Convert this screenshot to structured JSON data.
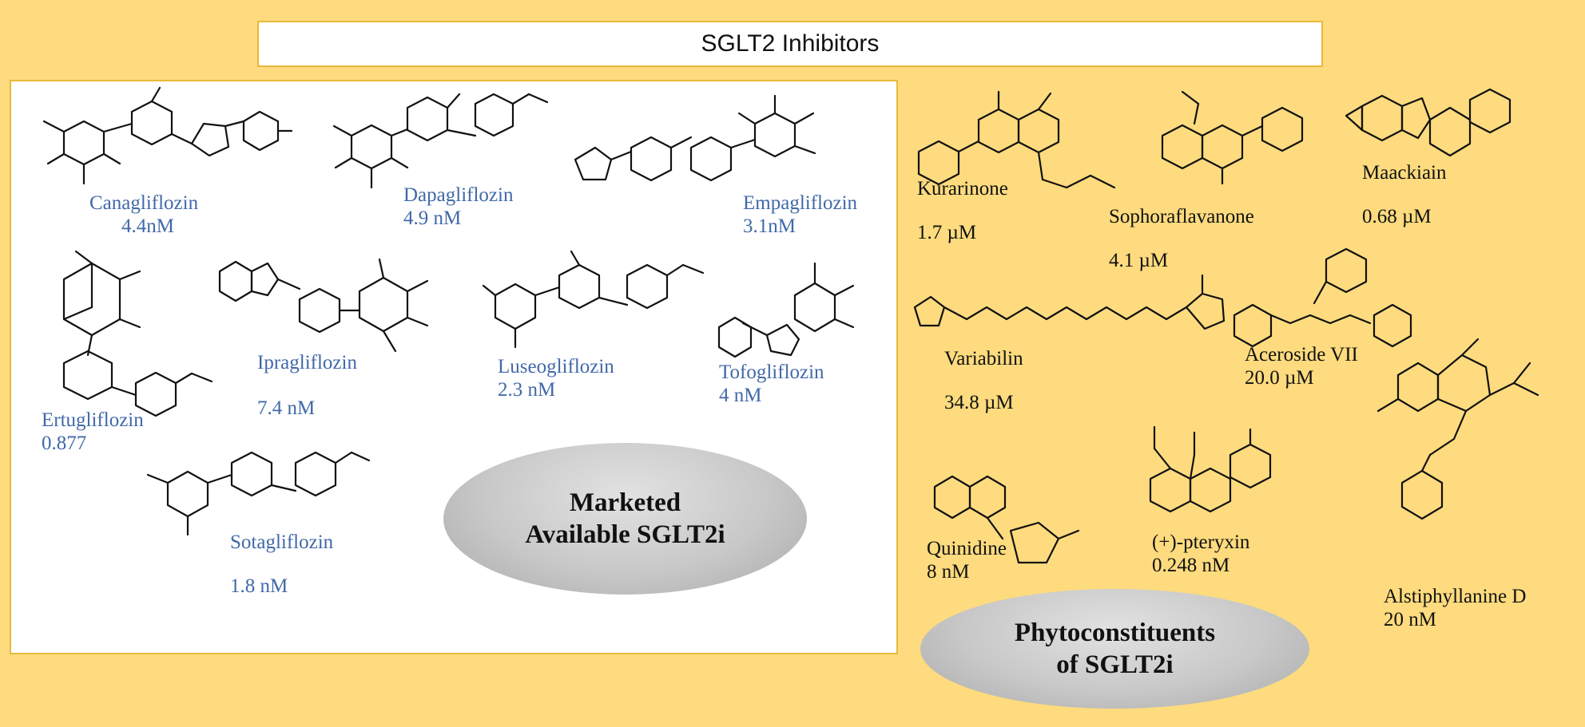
{
  "title": "SGLT2 Inhibitors",
  "marketed": {
    "heading_line1": "Marketed",
    "heading_line2": "Available SGLT2i",
    "drugs": [
      {
        "name": "Canagliflozin",
        "value": "4.4nM"
      },
      {
        "name": "Dapagliflozin",
        "value": "4.9 nM"
      },
      {
        "name": "Empagliflozin",
        "value": "3.1nM"
      },
      {
        "name": "Ipragliflozin",
        "value": "7.4 nM"
      },
      {
        "name": "Luseogliflozin",
        "value": "2.3 nM"
      },
      {
        "name": "Tofogliflozin",
        "value": "4 nM"
      },
      {
        "name": "Ertugliflozin",
        "value": "0.877"
      },
      {
        "name": "Sotagliflozin",
        "value": "1.8 nM"
      }
    ]
  },
  "phyto": {
    "heading_line1": "Phytoconstituents",
    "heading_line2": "of SGLT2i",
    "compounds": [
      {
        "name": "Kurarinone",
        "value": "1.7 µM"
      },
      {
        "name": "Sophoraflavanone",
        "value": "4.1 µM"
      },
      {
        "name": "Maackiain",
        "value": "0.68 µM"
      },
      {
        "name": "Variabilin",
        "value": "34.8 µM"
      },
      {
        "name": "Aceroside VII",
        "value": "20.0 µM"
      },
      {
        "name": "Quinidine",
        "value": "8 nM"
      },
      {
        "name": "(+)-pteryxin",
        "value": "0.248 nM"
      },
      {
        "name": "Alstiphyllanine D",
        "value": "20 nM"
      }
    ]
  },
  "colors": {
    "background": "#FDDB7E",
    "border": "#E9B93A",
    "marketed_label": "#4169A8",
    "oval": "#C8C8C8"
  }
}
